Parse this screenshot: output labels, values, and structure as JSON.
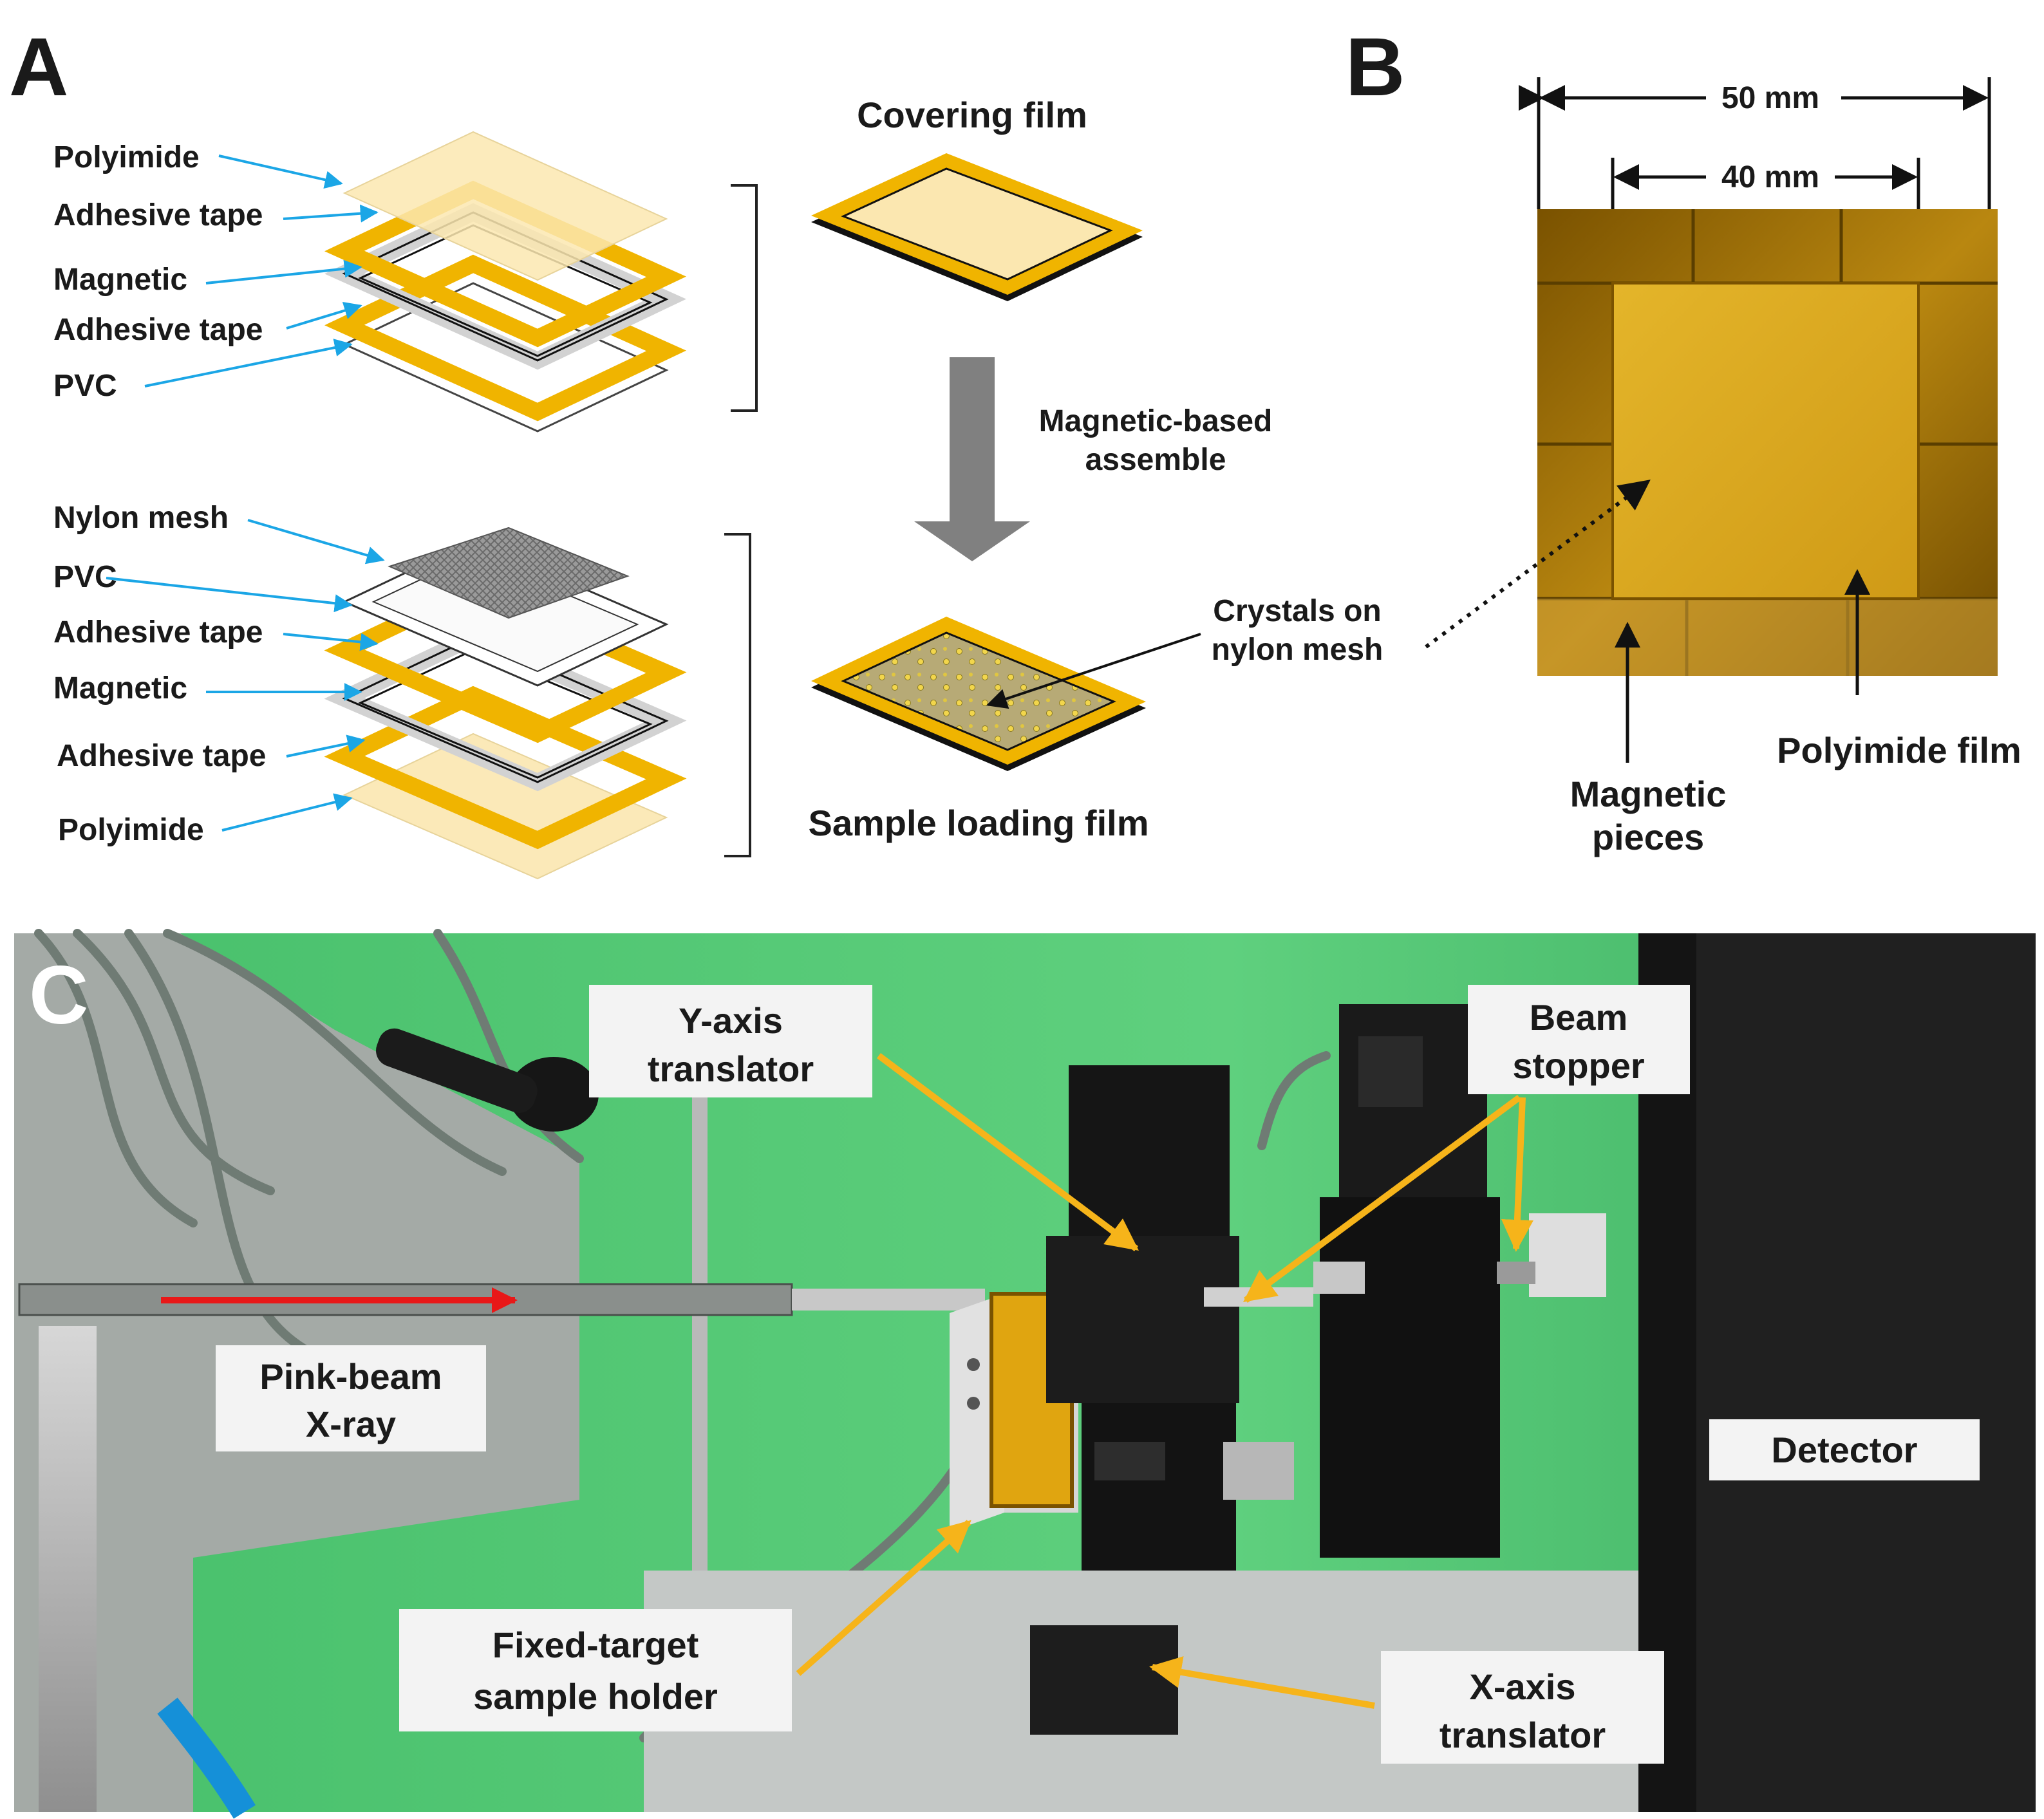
{
  "panels": {
    "a": "A",
    "b": "B",
    "c": "C"
  },
  "panel_a": {
    "covering_title": "Covering film",
    "sample_title": "Sample loading film",
    "arrow_label_line1": "Magnetic-based",
    "arrow_label_line2": "assemble",
    "crystals_line1": "Crystals on",
    "crystals_line2": "nylon mesh",
    "covering_layers": [
      "Polyimide",
      "Adhesive tape",
      "Magnetic",
      "Adhesive tape",
      "PVC"
    ],
    "sample_layers": [
      "Nylon mesh",
      "PVC",
      "Adhesive tape",
      "Magnetic",
      "Adhesive tape",
      "Polyimide"
    ]
  },
  "panel_b": {
    "dim_outer": "50 mm",
    "dim_inner": "40 mm",
    "magnetic_line1": "Magnetic",
    "magnetic_line2": "pieces",
    "polyimide": "Polyimide film"
  },
  "panel_c": {
    "y_axis_line1": "Y-axis",
    "y_axis_line2": "translator",
    "beam_stopper_line1": "Beam",
    "beam_stopper_line2": "stopper",
    "pink_line1": "Pink-beam",
    "pink_line2": "X-ray",
    "detector": "Detector",
    "holder_line1": "Fixed-target",
    "holder_line2": "sample holder",
    "x_axis_line1": "X-axis",
    "x_axis_line2": "translator"
  },
  "colors": {
    "gold": "#f0b400",
    "polyimide": "#fbe7b0",
    "leader_blue": "#1ba6e6",
    "photo_arrow": "#f6b41a",
    "beam_red": "#e81818",
    "photo_green": "#3fc26a"
  }
}
